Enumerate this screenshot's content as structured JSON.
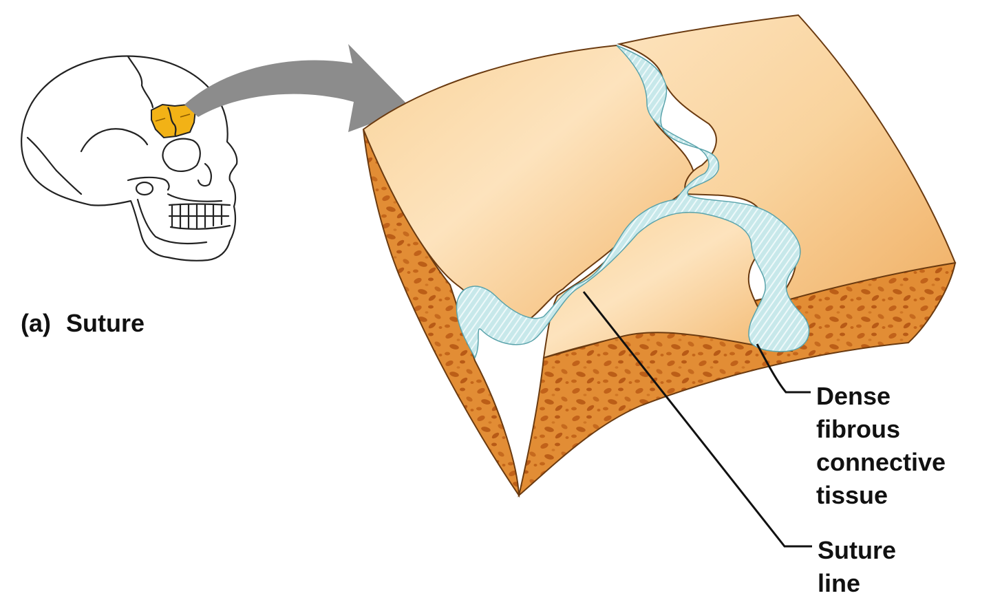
{
  "caption": {
    "tag": "(a)",
    "title": "Suture"
  },
  "labels": {
    "dense_fibrous": [
      "Dense",
      "fibrous",
      "connective",
      "tissue"
    ],
    "suture_line": [
      "Suture",
      "line"
    ]
  },
  "colors": {
    "bone_surface": "#f7c98a",
    "bone_highlight": "#fde3bd",
    "bone_section": "#e0882c",
    "spongy_pore": "#c4661a",
    "connective_tissue": "#bfe3e6",
    "arrow": "#8c8c8c",
    "skull_highlight": "#f2b216"
  }
}
